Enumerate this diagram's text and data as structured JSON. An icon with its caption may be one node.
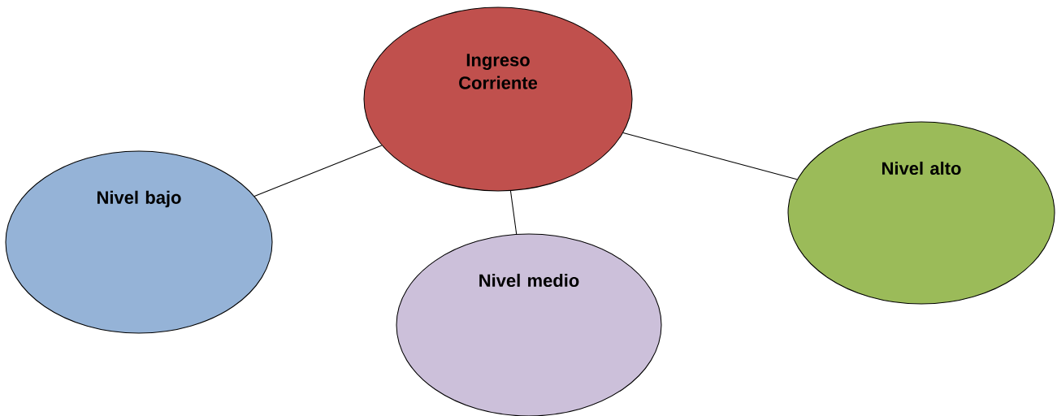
{
  "diagram": {
    "nodes": [
      {
        "text": [
          "Ingreso Corriente"
        ]
      },
      {
        "text": [
          "Nivel bajo"
        ]
      },
      {
        "text": [
          "Nivel medio"
        ]
      },
      {
        "text": [
          "Nivel alto"
        ]
      }
    ],
    "edges": [
      {
        "from": 0,
        "to": 1,
        "arrow": "none"
      },
      {
        "from": 0,
        "to": 2,
        "arrow": "none"
      },
      {
        "from": 0,
        "to": 3,
        "arrow": "none"
      }
    ]
  }
}
